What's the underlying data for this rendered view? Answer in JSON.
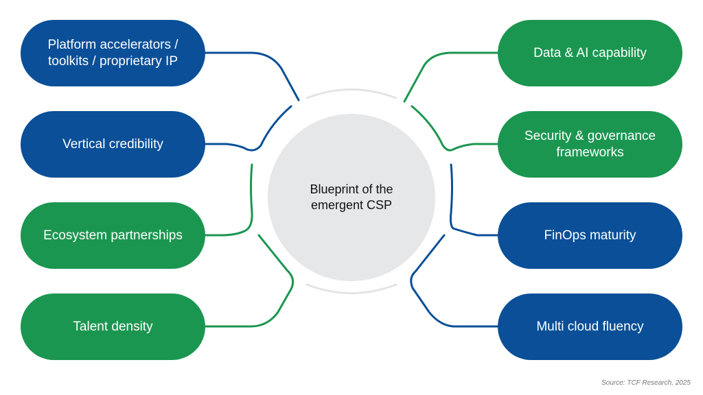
{
  "center": {
    "line1": "Blueprint of the",
    "line2": "emergent CSP"
  },
  "left_items": [
    {
      "line1": "Platform accelerators /",
      "line2": "toolkits / proprietary IP",
      "color": "#0a4f97"
    },
    {
      "line1": "Vertical credibility",
      "line2": "",
      "color": "#0a4f97"
    },
    {
      "line1": "Ecosystem partnerships",
      "line2": "",
      "color": "#1b9650"
    },
    {
      "line1": "Talent density",
      "line2": "",
      "color": "#1b9650"
    }
  ],
  "right_items": [
    {
      "line1": "Data & AI capability",
      "line2": "",
      "color": "#1b9650"
    },
    {
      "line1": "Security & governance",
      "line2": "frameworks",
      "color": "#1b9650"
    },
    {
      "line1": "FinOps maturity",
      "line2": "",
      "color": "#0a4f97"
    },
    {
      "line1": "Multi cloud fluency",
      "line2": "",
      "color": "#0a4f97"
    }
  ],
  "colors": {
    "blue": "#0a4f97",
    "green": "#1b9650",
    "hub": "#e6e7e9",
    "ring": "#e3e4e6"
  },
  "source": "Source: TCF Research, 2025"
}
